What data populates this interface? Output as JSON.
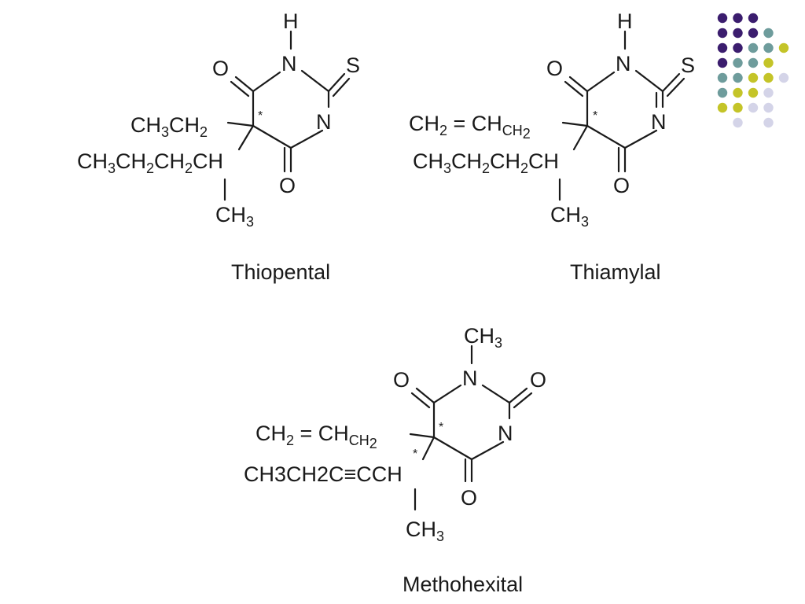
{
  "slide": {
    "decoration": {
      "name": "dot-grid",
      "colors": {
        "purple": "#3b1d6e",
        "teal": "#6e9c9c",
        "yellow": "#c4c428",
        "lavender": "#d4d4e8"
      },
      "grid": [
        [
          "purple",
          "purple",
          "purple",
          "",
          ""
        ],
        [
          "purple",
          "purple",
          "purple",
          "teal",
          ""
        ],
        [
          "purple",
          "purple",
          "teal",
          "teal",
          "yellow"
        ],
        [
          "purple",
          "teal",
          "teal",
          "yellow",
          ""
        ],
        [
          "teal",
          "teal",
          "yellow",
          "yellow",
          "lavender"
        ],
        [
          "teal",
          "yellow",
          "yellow",
          "lavender",
          ""
        ],
        [
          "yellow",
          "yellow",
          "lavender",
          "lavender",
          ""
        ],
        [
          "",
          "lavender",
          "",
          "lavender",
          ""
        ]
      ]
    },
    "structures": [
      {
        "name": "Thiopental",
        "caption": "Thiopental",
        "ring": {
          "h": "H",
          "n_top": "N",
          "n_side": "N",
          "o_top": "O",
          "o_bottom": "O",
          "thio": "S",
          "chiral": "*"
        },
        "chain1": {
          "a": "CH",
          "a_sub": "3",
          "b": "CH",
          "b_sub": "2"
        },
        "chain2": {
          "a": "CH",
          "a_sub": "3",
          "b": "CH",
          "b_sub": "2",
          "c": "CH",
          "c_sub": "2",
          "d": "CH"
        },
        "methyl": {
          "a": "CH",
          "a_sub": "3"
        }
      },
      {
        "name": "Thiamylal",
        "caption": "Thiamylal",
        "ring": {
          "h": "H",
          "n_top": "N",
          "n_side": "N",
          "o_top": "O",
          "o_bottom": "O",
          "thio": "S",
          "chiral": "*"
        },
        "chain1": {
          "a": "CH",
          "a_sub": "2",
          "eq": " = ",
          "b": "CH",
          "b_sub": "CH",
          "b_sub2": "2"
        },
        "chain2": {
          "a": "CH",
          "a_sub": "3",
          "b": "CH",
          "b_sub": "2",
          "c": "CH",
          "c_sub": "2",
          "d": "CH"
        },
        "methyl": {
          "a": "CH",
          "a_sub": "3"
        }
      },
      {
        "name": "Methohexital",
        "caption": "Methohexital",
        "ring": {
          "methyl_top": "CH",
          "methyl_top_sub": "3",
          "n_top": "N",
          "n_side": "N",
          "o_top": "O",
          "o_right": "O",
          "o_bottom": "O",
          "chiral": "*",
          "chiral2": "*"
        },
        "chain1": {
          "a": "CH",
          "a_sub": "2",
          "eq": " = ",
          "b": "CH",
          "b_sub": "CH",
          "b_sub2": "2"
        },
        "chain2": {
          "left": "CH3CH2C",
          "triple": "≡",
          "right": "CCH"
        },
        "methyl": {
          "a": "CH",
          "a_sub": "3"
        }
      }
    ]
  }
}
